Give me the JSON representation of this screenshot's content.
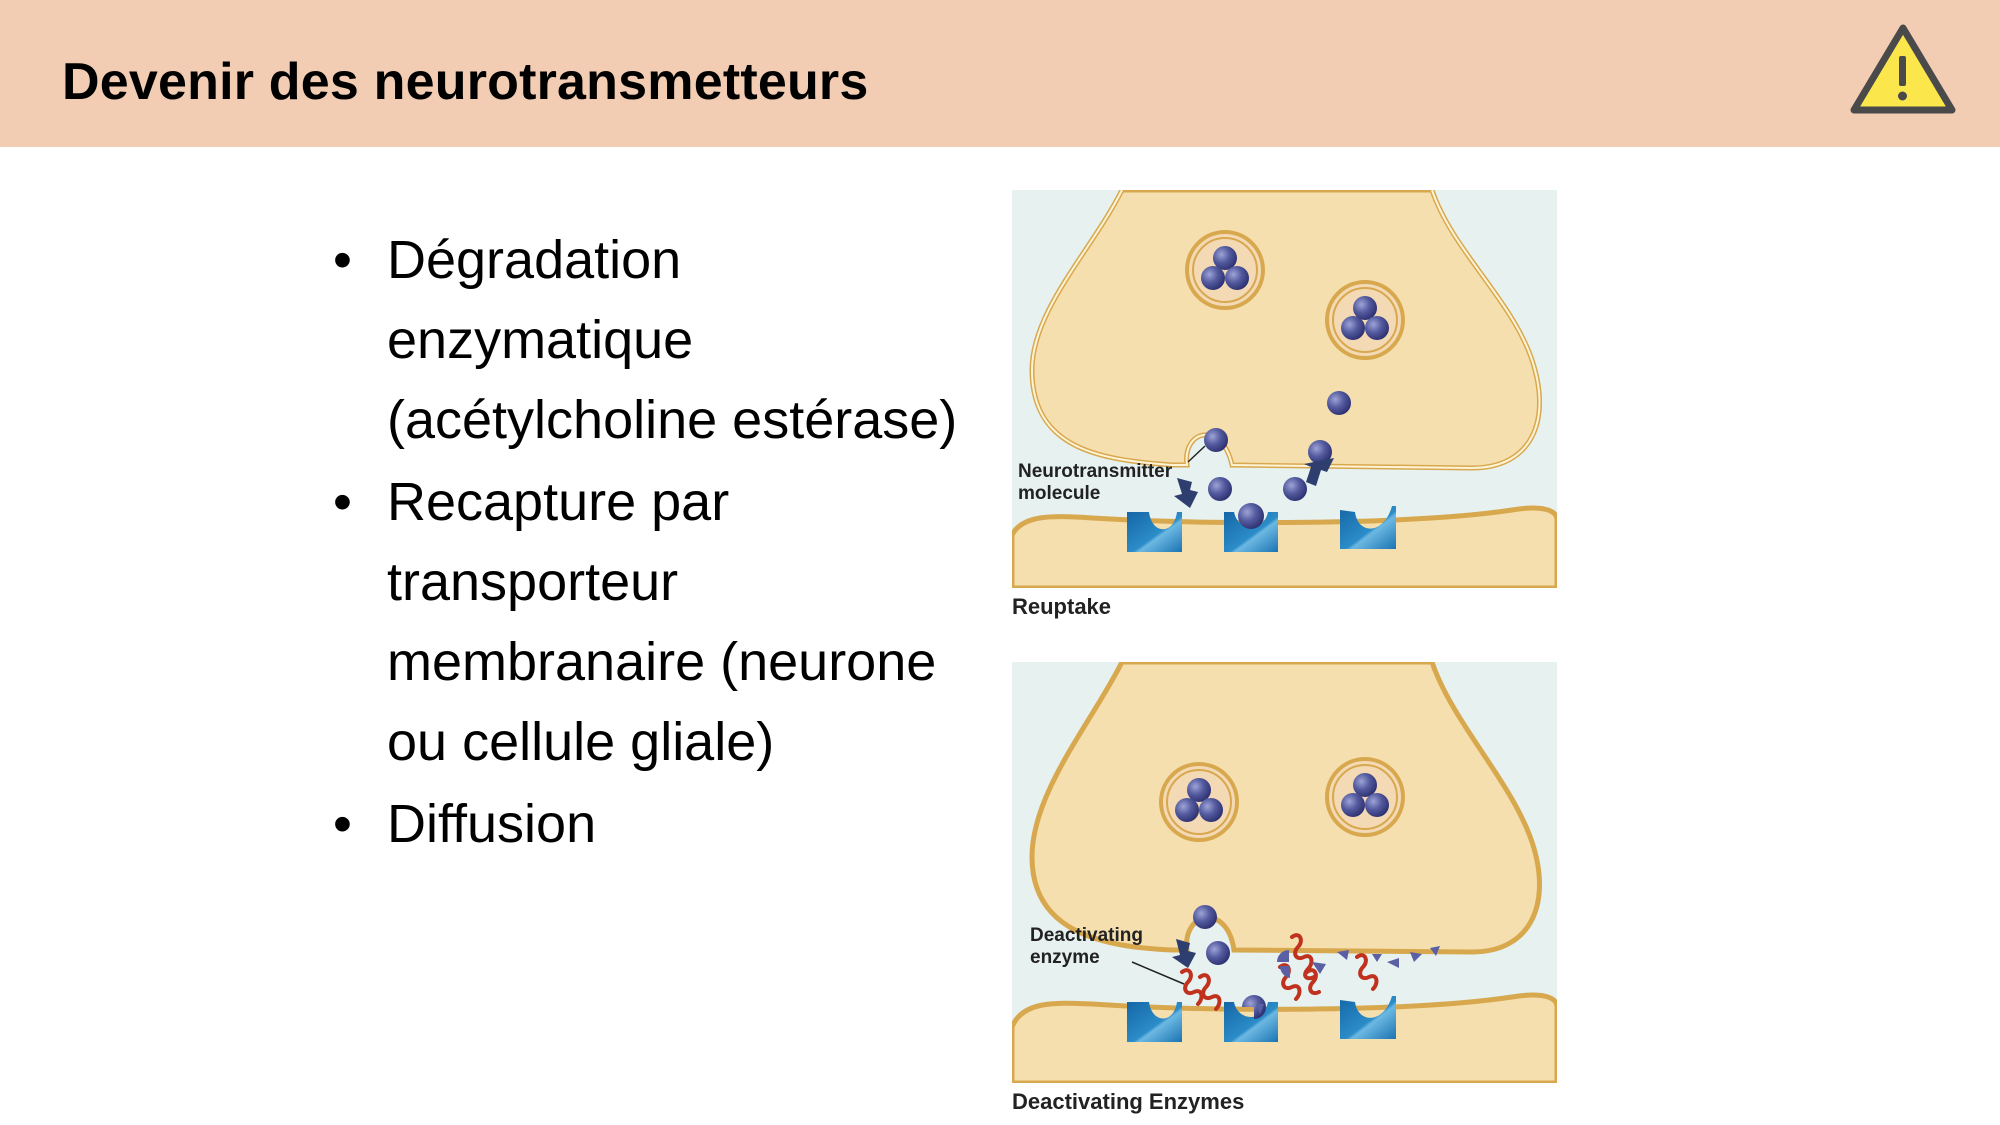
{
  "slide": {
    "title": "Devenir des neurotransmetteurs",
    "header_color": "#F2CDB3",
    "warning_icon": "warning-triangle-icon"
  },
  "bullets": [
    {
      "text": "Dégradation enzymatique (acétylcholine estérase)"
    },
    {
      "text": "Recapture par transporteur membranaire (neurone ou cellule gliale)"
    },
    {
      "text": "Diffusion"
    }
  ],
  "figures": {
    "reuptake": {
      "label": "Neurotransmitter",
      "label2": "molecule",
      "caption": "Reuptake"
    },
    "enzymes": {
      "label": "Deactivating",
      "label2": "enzyme",
      "caption": "Deactivating Enzymes"
    }
  },
  "colors": {
    "cell_fill": "#F6DFAE",
    "cell_border": "#D8A84E",
    "cleft": "#E8F2F1",
    "molecule": "#4A4E8C",
    "receptor": "#1F78B4",
    "enzyme": "#C0321E",
    "warning_fill": "#FBE74B",
    "warning_stroke": "#4A4A4A"
  }
}
